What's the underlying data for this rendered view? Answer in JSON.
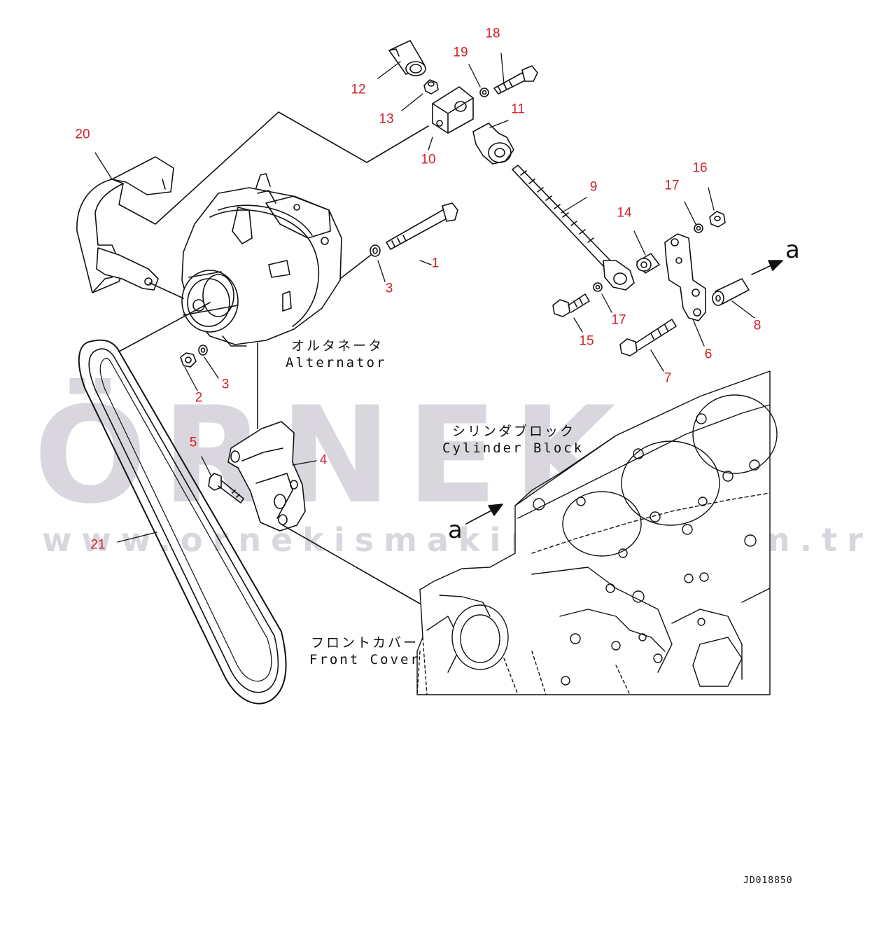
{
  "watermark": {
    "brand": "ÖRNEK",
    "url": "www.ornekismakinalari.com.tr",
    "color": "#d9d6dd"
  },
  "labels": {
    "alternator_jp": "オルタネータ",
    "alternator_en": "Alternator",
    "cylinder_block_jp": "シリンダブロック",
    "cylinder_block_en": "Cylinder Block",
    "front_cover_jp": "フロントカバー",
    "front_cover_en": "Front Cover"
  },
  "view_marks": {
    "upper": "a",
    "lower": "a"
  },
  "drawing_code": "JD018850",
  "callout_color": "#d0202a",
  "callouts": [
    "1",
    "2",
    "3",
    "3",
    "4",
    "5",
    "6",
    "7",
    "8",
    "9",
    "10",
    "11",
    "12",
    "13",
    "14",
    "15",
    "16",
    "17",
    "17",
    "18",
    "19",
    "20",
    "21"
  ]
}
